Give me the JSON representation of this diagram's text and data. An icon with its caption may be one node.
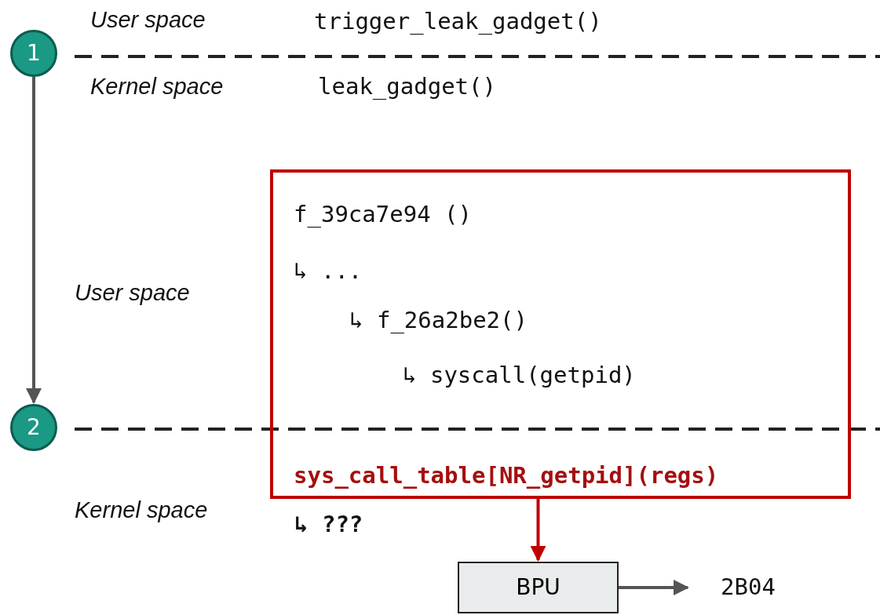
{
  "diagram": {
    "nodes": [
      {
        "text": [
          "1"
        ]
      },
      {
        "text": [
          "2"
        ]
      },
      {
        "text": [
          "f_39ca7e94 ()",
          "↳ ...",
          "↳ f_26a2be2()",
          "↳ syscall(getpid)",
          "sys_call_table[NR_getpid](regs)"
        ]
      },
      {
        "text": [
          "BPU"
        ]
      },
      {
        "text": [
          "2B04"
        ]
      }
    ],
    "edges": [
      {
        "from": 0,
        "to": 1,
        "arrow": "to"
      },
      {
        "from": 2,
        "to": 3,
        "arrow": "to",
        "color": "#c00000"
      },
      {
        "from": 3,
        "to": 4,
        "arrow": "to"
      }
    ],
    "labels": [
      "User space",
      "trigger_leak_gadget()",
      "Kernel space",
      "leak_gadget()",
      "User space",
      "Kernel space",
      "↳ ???"
    ]
  }
}
